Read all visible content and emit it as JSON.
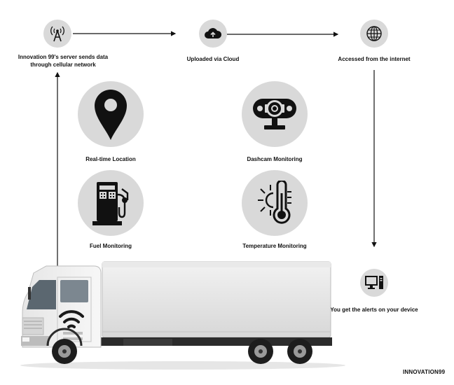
{
  "flow": {
    "server_label_line1": "Innovation 99's server sends data",
    "server_label_line2": "through cellular network",
    "cloud_label": "Uploaded via Cloud",
    "internet_label": "Accessed from the internet",
    "device_label": "You get the alerts on your device"
  },
  "features": {
    "location": "Real-time Location",
    "dashcam": "Dashcam Monitoring",
    "fuel": "Fuel Monitoring",
    "temperature": "Temperature Monitoring"
  },
  "icons": {
    "tower": "cell-tower-icon",
    "cloud": "cloud-upload-icon",
    "globe": "globe-icon",
    "location": "map-pin-icon",
    "dashcam": "dashcam-icon",
    "fuel": "fuel-pump-icon",
    "temperature": "thermometer-icon",
    "device": "desktop-computer-icon",
    "truck": "truck-icon",
    "wifi": "wifi-icon"
  },
  "colors": {
    "circle": "#d9d9d9",
    "icon": "#111111",
    "arrow": "#111111"
  },
  "brand": "INNOVATION99"
}
